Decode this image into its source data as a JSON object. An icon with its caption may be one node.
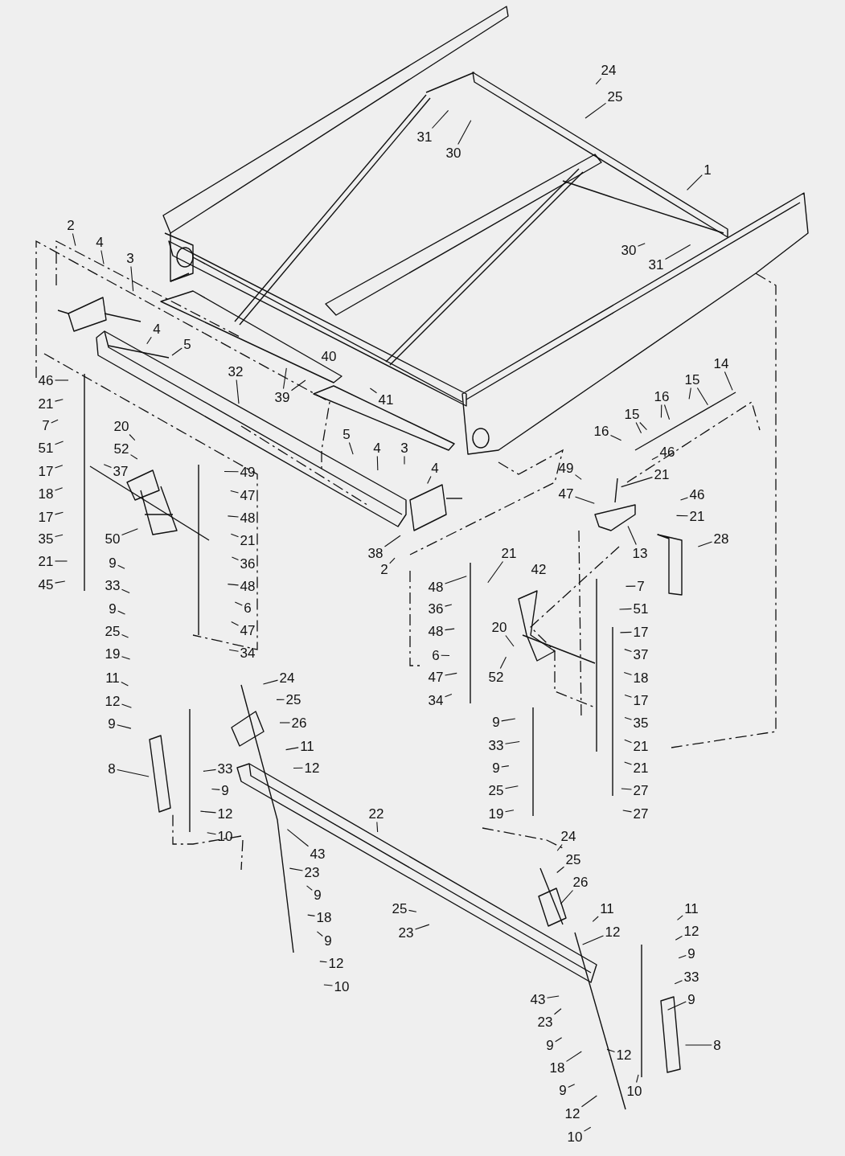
{
  "diagram": {
    "nodes": [
      {
        "text": [
          "24"
        ]
      },
      {
        "text": [
          "25"
        ]
      },
      {
        "text": [
          "31"
        ]
      },
      {
        "text": [
          "30"
        ]
      },
      {
        "text": [
          "1"
        ]
      },
      {
        "text": [
          "2"
        ]
      },
      {
        "text": [
          "4"
        ]
      },
      {
        "text": [
          "30"
        ]
      },
      {
        "text": [
          "3"
        ]
      },
      {
        "text": [
          "31"
        ]
      },
      {
        "text": [
          "4"
        ]
      },
      {
        "text": [
          "5"
        ]
      },
      {
        "text": [
          "14"
        ]
      },
      {
        "text": [
          "32"
        ]
      },
      {
        "text": [
          "15"
        ]
      },
      {
        "text": [
          "46"
        ]
      },
      {
        "text": [
          "39"
        ]
      },
      {
        "text": [
          "16"
        ]
      },
      {
        "text": [
          "41"
        ]
      },
      {
        "text": [
          "21"
        ]
      },
      {
        "text": [
          "15"
        ]
      },
      {
        "text": [
          "7"
        ]
      },
      {
        "text": [
          "20"
        ]
      },
      {
        "text": [
          "16"
        ]
      },
      {
        "text": [
          "5"
        ]
      },
      {
        "text": [
          "4"
        ]
      },
      {
        "text": [
          "3"
        ]
      },
      {
        "text": [
          "51"
        ]
      },
      {
        "text": [
          "52"
        ]
      },
      {
        "text": [
          "46"
        ]
      },
      {
        "text": [
          "4"
        ]
      },
      {
        "text": [
          "17"
        ]
      },
      {
        "text": [
          "37"
        ]
      },
      {
        "text": [
          "49"
        ]
      },
      {
        "text": [
          "49"
        ]
      },
      {
        "text": [
          "21"
        ]
      },
      {
        "text": [
          "18"
        ]
      },
      {
        "text": [
          "47"
        ]
      },
      {
        "text": [
          "46"
        ]
      },
      {
        "text": [
          "47"
        ]
      },
      {
        "text": [
          "21"
        ]
      },
      {
        "text": [
          "17"
        ]
      },
      {
        "text": [
          "48"
        ]
      },
      {
        "text": [
          "50"
        ]
      },
      {
        "text": [
          "35"
        ]
      },
      {
        "text": [
          "28"
        ]
      },
      {
        "text": [
          "21"
        ]
      },
      {
        "text": [
          "13"
        ]
      },
      {
        "text": [
          "38"
        ]
      },
      {
        "text": [
          "21"
        ]
      },
      {
        "text": [
          "21"
        ]
      },
      {
        "text": [
          "9"
        ]
      },
      {
        "text": [
          "36"
        ]
      },
      {
        "text": [
          "2"
        ]
      },
      {
        "text": [
          "45"
        ]
      },
      {
        "text": [
          "33"
        ]
      },
      {
        "text": [
          "48"
        ]
      },
      {
        "text": [
          "7"
        ]
      },
      {
        "text": [
          "48"
        ]
      },
      {
        "text": [
          "9"
        ]
      },
      {
        "text": [
          "6"
        ]
      },
      {
        "text": [
          "51"
        ]
      },
      {
        "text": [
          "36"
        ]
      },
      {
        "text": [
          "20"
        ]
      },
      {
        "text": [
          "25"
        ]
      },
      {
        "text": [
          "47"
        ]
      },
      {
        "text": [
          "48"
        ]
      },
      {
        "text": [
          "17"
        ]
      },
      {
        "text": [
          "19"
        ]
      },
      {
        "text": [
          "34"
        ]
      },
      {
        "text": [
          "6"
        ]
      },
      {
        "text": [
          "37"
        ]
      },
      {
        "text": [
          "52"
        ]
      },
      {
        "text": [
          "47"
        ]
      },
      {
        "text": [
          "18"
        ]
      },
      {
        "text": [
          "11"
        ]
      },
      {
        "text": [
          "24"
        ]
      },
      {
        "text": [
          "25"
        ]
      },
      {
        "text": [
          "34"
        ]
      },
      {
        "text": [
          "17"
        ]
      },
      {
        "text": [
          "12"
        ]
      },
      {
        "text": [
          "9"
        ]
      },
      {
        "text": [
          "26"
        ]
      },
      {
        "text": [
          "35"
        ]
      },
      {
        "text": [
          "9"
        ]
      },
      {
        "text": [
          "33"
        ]
      },
      {
        "text": [
          "21"
        ]
      },
      {
        "text": [
          "11"
        ]
      },
      {
        "text": [
          "12"
        ]
      },
      {
        "text": [
          "33"
        ]
      },
      {
        "text": [
          "8"
        ]
      },
      {
        "text": [
          "9"
        ]
      },
      {
        "text": [
          "21"
        ]
      },
      {
        "text": [
          "9"
        ]
      },
      {
        "text": [
          "25"
        ]
      },
      {
        "text": [
          "27"
        ]
      },
      {
        "text": [
          "12"
        ]
      },
      {
        "text": [
          "19"
        ]
      },
      {
        "text": [
          "22"
        ]
      },
      {
        "text": [
          "27"
        ]
      },
      {
        "text": [
          "10"
        ]
      },
      {
        "text": [
          "24"
        ]
      },
      {
        "text": [
          "43"
        ]
      },
      {
        "text": [
          "25"
        ]
      },
      {
        "text": [
          "23"
        ]
      },
      {
        "text": [
          "26"
        ]
      },
      {
        "text": [
          "9"
        ]
      },
      {
        "text": [
          "11"
        ]
      },
      {
        "text": [
          "11"
        ]
      },
      {
        "text": [
          "18"
        ]
      },
      {
        "text": [
          "25"
        ]
      },
      {
        "text": [
          "12"
        ]
      },
      {
        "text": [
          "12"
        ]
      },
      {
        "text": [
          "23"
        ]
      },
      {
        "text": [
          "9"
        ]
      },
      {
        "text": [
          "9"
        ]
      },
      {
        "text": [
          "12"
        ]
      },
      {
        "text": [
          "33"
        ]
      },
      {
        "text": [
          "10"
        ]
      },
      {
        "text": [
          "43"
        ]
      },
      {
        "text": [
          "9"
        ]
      },
      {
        "text": [
          "23"
        ]
      },
      {
        "text": [
          "9"
        ]
      },
      {
        "text": [
          "8"
        ]
      },
      {
        "text": [
          "12"
        ]
      },
      {
        "text": [
          "18"
        ]
      },
      {
        "text": [
          "9"
        ]
      },
      {
        "text": [
          "10"
        ]
      },
      {
        "text": [
          "12"
        ]
      },
      {
        "text": [
          "10"
        ]
      }
    ],
    "edges": [
      {
        "from": 0,
        "to": null,
        "arrow": "none"
      },
      {
        "from": 1,
        "to": null,
        "arrow": "none"
      },
      {
        "from": 2,
        "to": null,
        "arrow": "none"
      },
      {
        "from": 3,
        "to": null,
        "arrow": "none"
      },
      {
        "from": 4,
        "to": null,
        "arrow": "none"
      },
      {
        "from": 5,
        "to": null,
        "arrow": "none"
      },
      {
        "from": 6,
        "to": null,
        "arrow": "none"
      },
      {
        "from": 7,
        "to": null,
        "arrow": "none"
      },
      {
        "from": 8,
        "to": null,
        "arrow": "none"
      },
      {
        "from": 9,
        "to": null,
        "arrow": "none"
      },
      {
        "from": 10,
        "to": null,
        "arrow": "none"
      },
      {
        "from": 11,
        "to": null,
        "arrow": "none"
      },
      {
        "from": 12,
        "to": null,
        "arrow": "none"
      },
      {
        "from": 13,
        "to": null,
        "arrow": "none"
      },
      {
        "from": 14,
        "to": null,
        "arrow": "none"
      },
      {
        "from": 15,
        "to": null,
        "arrow": "none"
      },
      {
        "from": 16,
        "to": null,
        "arrow": "none"
      },
      {
        "from": 17,
        "to": null,
        "arrow": "none"
      },
      {
        "from": 18,
        "to": null,
        "arrow": "none"
      },
      {
        "from": 19,
        "to": null,
        "arrow": "none"
      },
      {
        "from": 20,
        "to": null,
        "arrow": "none"
      },
      {
        "from": 21,
        "to": null,
        "arrow": "none"
      },
      {
        "from": 22,
        "to": null,
        "arrow": "none"
      },
      {
        "from": 23,
        "to": null,
        "arrow": "none"
      },
      {
        "from": 24,
        "to": null,
        "arrow": "none"
      },
      {
        "from": 25,
        "to": null,
        "arrow": "none"
      },
      {
        "from": 26,
        "to": null,
        "arrow": "none"
      },
      {
        "from": 27,
        "to": null,
        "arrow": "none"
      },
      {
        "from": 28,
        "to": null,
        "arrow": "none"
      },
      {
        "from": 29,
        "to": null,
        "arrow": "none"
      },
      {
        "from": 30,
        "to": null,
        "arrow": "none"
      },
      {
        "from": 31,
        "to": null,
        "arrow": "none"
      },
      {
        "from": 32,
        "to": null,
        "arrow": "none"
      },
      {
        "from": 33,
        "to": null,
        "arrow": "none"
      },
      {
        "from": 34,
        "to": null,
        "arrow": "none"
      },
      {
        "from": 35,
        "to": null,
        "arrow": "none"
      },
      {
        "from": 36,
        "to": null,
        "arrow": "none"
      },
      {
        "from": 37,
        "to": null,
        "arrow": "none"
      },
      {
        "from": 38,
        "to": null,
        "arrow": "none"
      },
      {
        "from": 39,
        "to": null,
        "arrow": "none"
      },
      {
        "from": 40,
        "to": null,
        "arrow": "none"
      },
      {
        "from": 41,
        "to": null,
        "arrow": "none"
      },
      {
        "from": 42,
        "to": null,
        "arrow": "none"
      },
      {
        "from": 43,
        "to": null,
        "arrow": "none"
      },
      {
        "from": 44,
        "to": null,
        "arrow": "none"
      },
      {
        "from": 45,
        "to": null,
        "arrow": "none"
      },
      {
        "from": 46,
        "to": null,
        "arrow": "none"
      },
      {
        "from": 47,
        "to": null,
        "arrow": "none"
      },
      {
        "from": 48,
        "to": null,
        "arrow": "none"
      },
      {
        "from": 49,
        "to": null,
        "arrow": "none"
      },
      {
        "from": 50,
        "to": null,
        "arrow": "none"
      },
      {
        "from": 51,
        "to": null,
        "arrow": "none"
      },
      {
        "from": 52,
        "to": null,
        "arrow": "none"
      },
      {
        "from": 53,
        "to": null,
        "arrow": "none"
      },
      {
        "from": 54,
        "to": null,
        "arrow": "none"
      },
      {
        "from": 55,
        "to": null,
        "arrow": "none"
      },
      {
        "from": 56,
        "to": null,
        "arrow": "none"
      },
      {
        "from": 57,
        "to": null,
        "arrow": "none"
      },
      {
        "from": 58,
        "to": null,
        "arrow": "none"
      },
      {
        "from": 59,
        "to": null,
        "arrow": "none"
      },
      {
        "from": 60,
        "to": null,
        "arrow": "none"
      },
      {
        "from": 61,
        "to": null,
        "arrow": "none"
      },
      {
        "from": 62,
        "to": null,
        "arrow": "none"
      },
      {
        "from": 63,
        "to": null,
        "arrow": "none"
      },
      {
        "from": 64,
        "to": null,
        "arrow": "none"
      },
      {
        "from": 65,
        "to": null,
        "arrow": "none"
      },
      {
        "from": 66,
        "to": null,
        "arrow": "none"
      },
      {
        "from": 67,
        "to": null,
        "arrow": "none"
      },
      {
        "from": 68,
        "to": null,
        "arrow": "none"
      },
      {
        "from": 69,
        "to": null,
        "arrow": "none"
      },
      {
        "from": 70,
        "to": null,
        "arrow": "none"
      },
      {
        "from": 71,
        "to": null,
        "arrow": "none"
      },
      {
        "from": 72,
        "to": null,
        "arrow": "none"
      },
      {
        "from": 73,
        "to": null,
        "arrow": "none"
      },
      {
        "from": 74,
        "to": null,
        "arrow": "none"
      },
      {
        "from": 75,
        "to": null,
        "arrow": "none"
      },
      {
        "from": 76,
        "to": null,
        "arrow": "none"
      },
      {
        "from": 77,
        "to": null,
        "arrow": "none"
      },
      {
        "from": 78,
        "to": null,
        "arrow": "none"
      },
      {
        "from": 79,
        "to": null,
        "arrow": "none"
      },
      {
        "from": 80,
        "to": null,
        "arrow": "none"
      },
      {
        "from": 81,
        "to": null,
        "arrow": "none"
      },
      {
        "from": 82,
        "to": null,
        "arrow": "none"
      },
      {
        "from": 83,
        "to": null,
        "arrow": "none"
      },
      {
        "from": 84,
        "to": null,
        "arrow": "none"
      },
      {
        "from": 85,
        "to": null,
        "arrow": "none"
      },
      {
        "from": 86,
        "to": null,
        "arrow": "none"
      },
      {
        "from": 87,
        "to": null,
        "arrow": "none"
      },
      {
        "from": 88,
        "to": null,
        "arrow": "none"
      },
      {
        "from": 89,
        "to": null,
        "arrow": "none"
      },
      {
        "from": 90,
        "to": null,
        "arrow": "none"
      },
      {
        "from": 91,
        "to": null,
        "arrow": "none"
      },
      {
        "from": 92,
        "to": null,
        "arrow": "none"
      },
      {
        "from": 93,
        "to": null,
        "arrow": "none"
      },
      {
        "from": 94,
        "to": null,
        "arrow": "none"
      },
      {
        "from": 95,
        "to": null,
        "arrow": "none"
      },
      {
        "from": 96,
        "to": null,
        "arrow": "none"
      },
      {
        "from": 97,
        "to": null,
        "arrow": "none"
      },
      {
        "from": 98,
        "to": null,
        "arrow": "none"
      },
      {
        "from": 99,
        "to": null,
        "arrow": "none"
      },
      {
        "from": 100,
        "to": null,
        "arrow": "none"
      },
      {
        "from": 101,
        "to": null,
        "arrow": "none"
      },
      {
        "from": 102,
        "to": null,
        "arrow": "none"
      },
      {
        "from": 103,
        "to": null,
        "arrow": "none"
      },
      {
        "from": 104,
        "to": null,
        "arrow": "none"
      },
      {
        "from": 105,
        "to": null,
        "arrow": "none"
      },
      {
        "from": 106,
        "to": null,
        "arrow": "none"
      },
      {
        "from": 107,
        "to": null,
        "arrow": "none"
      },
      {
        "from": 108,
        "to": null,
        "arrow": "none"
      },
      {
        "from": 109,
        "to": null,
        "arrow": "none"
      },
      {
        "from": 110,
        "to": null,
        "arrow": "none"
      },
      {
        "from": 111,
        "to": null,
        "arrow": "none"
      },
      {
        "from": 112,
        "to": null,
        "arrow": "none"
      },
      {
        "from": 113,
        "to": null,
        "arrow": "none"
      },
      {
        "from": 114,
        "to": null,
        "arrow": "none"
      },
      {
        "from": 115,
        "to": null,
        "arrow": "none"
      },
      {
        "from": 116,
        "to": null,
        "arrow": "none"
      },
      {
        "from": 117,
        "to": null,
        "arrow": "none"
      },
      {
        "from": 118,
        "to": null,
        "arrow": "none"
      },
      {
        "from": 119,
        "to": null,
        "arrow": "none"
      },
      {
        "from": 120,
        "to": null,
        "arrow": "none"
      },
      {
        "from": 121,
        "to": null,
        "arrow": "none"
      },
      {
        "from": 122,
        "to": null,
        "arrow": "none"
      },
      {
        "from": 123,
        "to": null,
        "arrow": "none"
      },
      {
        "from": 124,
        "to": null,
        "arrow": "none"
      },
      {
        "from": 125,
        "to": null,
        "arrow": "none"
      },
      {
        "from": 126,
        "to": null,
        "arrow": "none"
      },
      {
        "from": 127,
        "to": null,
        "arrow": "none"
      },
      {
        "from": 128,
        "to": null,
        "arrow": "none"
      },
      {
        "from": 129,
        "to": null,
        "arrow": "none"
      },
      {
        "from": 14,
        "to": null,
        "arrow": "none"
      },
      {
        "from": 16,
        "to": null,
        "arrow": "none"
      },
      {
        "from": 17,
        "to": null,
        "arrow": "none"
      },
      {
        "from": 20,
        "to": null,
        "arrow": "none"
      }
    ],
    "labels": [
      "40",
      "42"
    ]
  }
}
